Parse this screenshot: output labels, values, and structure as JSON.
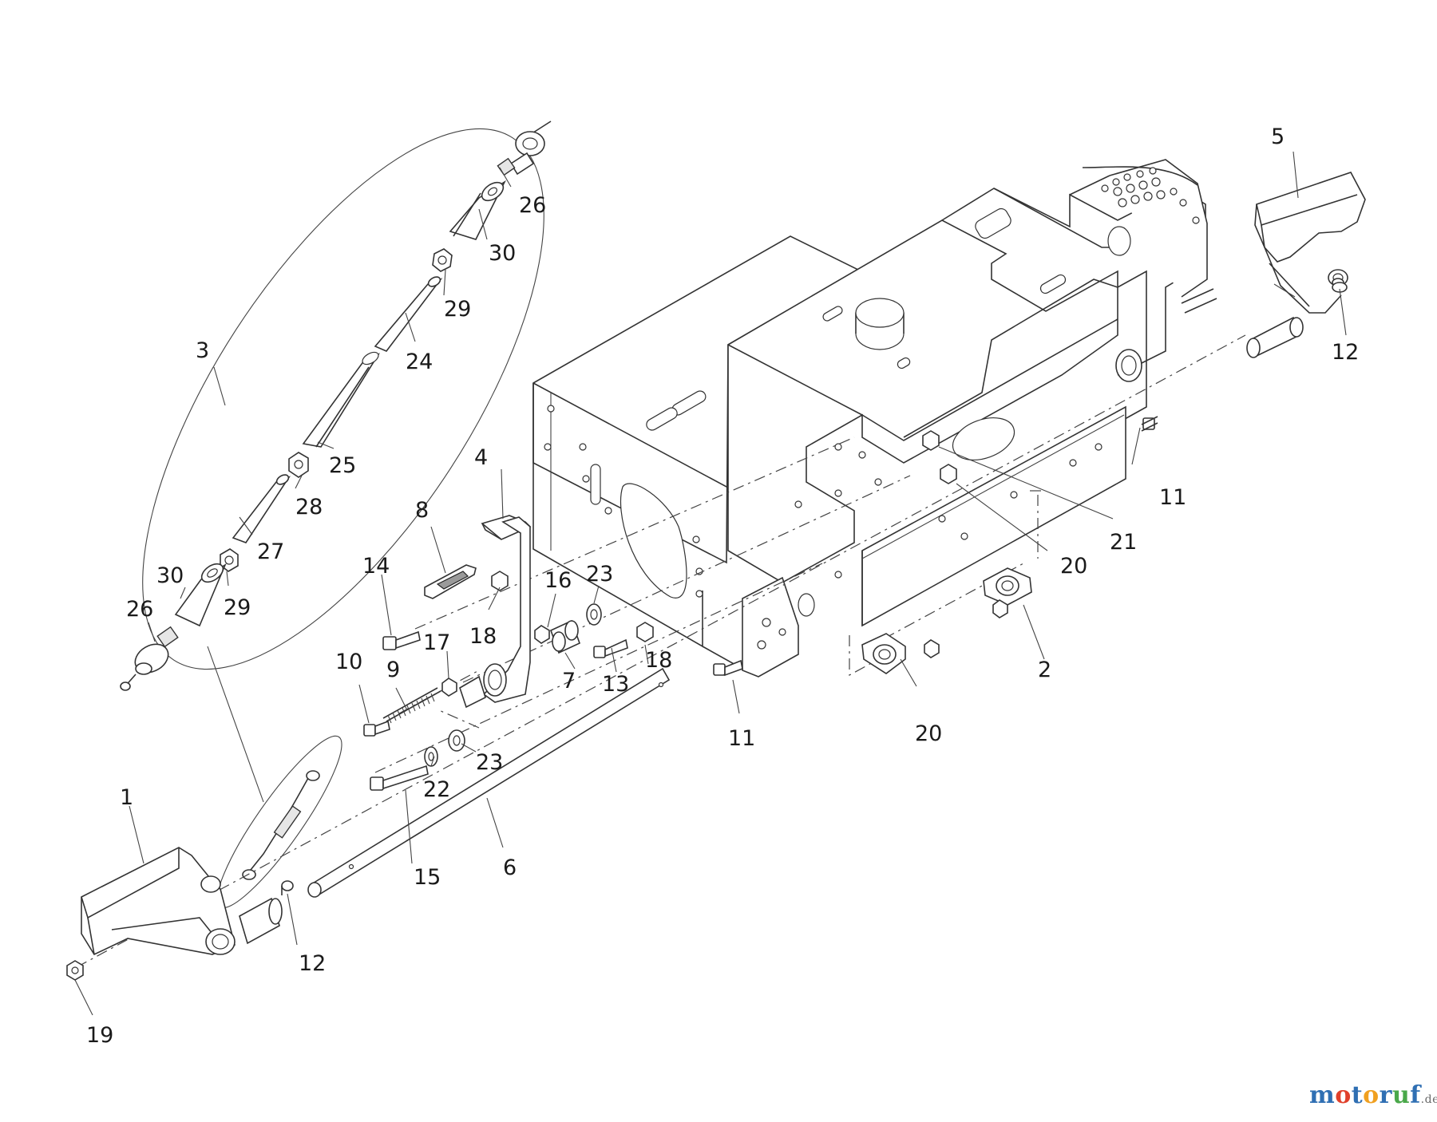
{
  "brand": {
    "letters": [
      {
        "ch": "m",
        "color": "#2f6fb3"
      },
      {
        "ch": "o",
        "color": "#e0402b"
      },
      {
        "ch": "t",
        "color": "#2f6fb3"
      },
      {
        "ch": "o",
        "color": "#f0a020"
      },
      {
        "ch": "r",
        "color": "#2f6fb3"
      },
      {
        "ch": "u",
        "color": "#4aa84a"
      },
      {
        "ch": "f",
        "color": "#2f6fb3"
      }
    ],
    "tld": ".de"
  },
  "callouts": [
    {
      "id": "c1",
      "label": "1"
    },
    {
      "id": "c2",
      "label": "2"
    },
    {
      "id": "c3",
      "label": "3"
    },
    {
      "id": "c4",
      "label": "4"
    },
    {
      "id": "c5",
      "label": "5"
    },
    {
      "id": "c6",
      "label": "6"
    },
    {
      "id": "c7",
      "label": "7"
    },
    {
      "id": "c8",
      "label": "8"
    },
    {
      "id": "c9",
      "label": "9"
    },
    {
      "id": "c10",
      "label": "10"
    },
    {
      "id": "c11a",
      "label": "11"
    },
    {
      "id": "c11b",
      "label": "11"
    },
    {
      "id": "c12a",
      "label": "12"
    },
    {
      "id": "c12b",
      "label": "12"
    },
    {
      "id": "c13",
      "label": "13"
    },
    {
      "id": "c14",
      "label": "14"
    },
    {
      "id": "c15",
      "label": "15"
    },
    {
      "id": "c16",
      "label": "16"
    },
    {
      "id": "c17",
      "label": "17"
    },
    {
      "id": "c18a",
      "label": "18"
    },
    {
      "id": "c18b",
      "label": "18"
    },
    {
      "id": "c19",
      "label": "19"
    },
    {
      "id": "c20a",
      "label": "20"
    },
    {
      "id": "c20b",
      "label": "20"
    },
    {
      "id": "c21",
      "label": "21"
    },
    {
      "id": "c22",
      "label": "22"
    },
    {
      "id": "c23a",
      "label": "23"
    },
    {
      "id": "c23b",
      "label": "23"
    },
    {
      "id": "c24",
      "label": "24"
    },
    {
      "id": "c25",
      "label": "25"
    },
    {
      "id": "c26a",
      "label": "26"
    },
    {
      "id": "c26b",
      "label": "26"
    },
    {
      "id": "c27",
      "label": "27"
    },
    {
      "id": "c28",
      "label": "28"
    },
    {
      "id": "c29a",
      "label": "29"
    },
    {
      "id": "c29b",
      "label": "29"
    },
    {
      "id": "c30a",
      "label": "30"
    },
    {
      "id": "c30b",
      "label": "30"
    }
  ]
}
